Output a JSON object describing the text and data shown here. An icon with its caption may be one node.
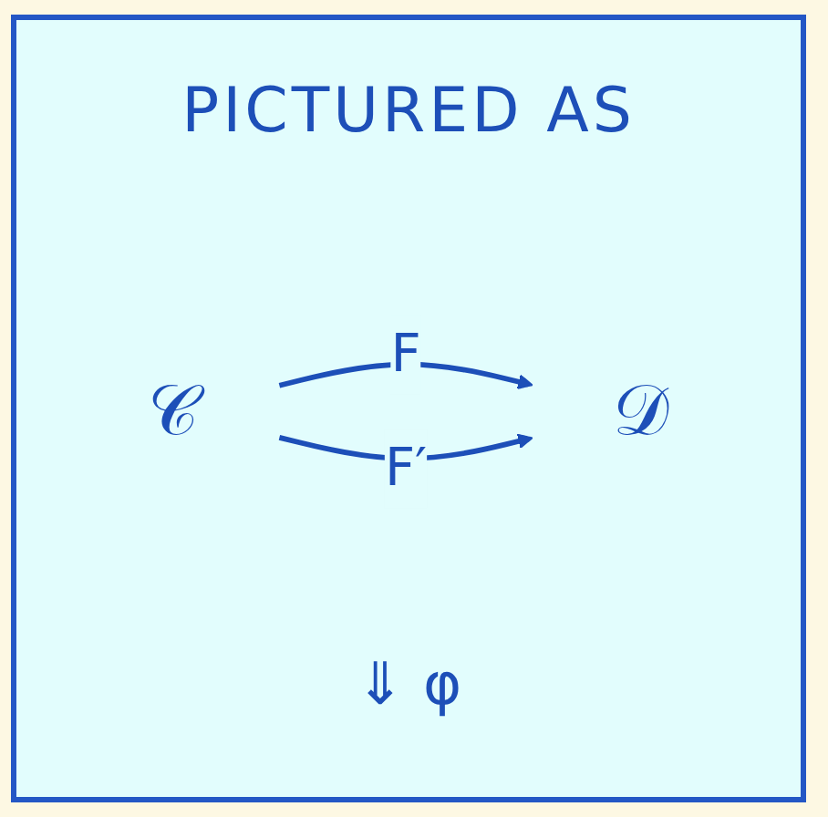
{
  "diagram": {
    "title": "PICTURED AS",
    "nodes": [
      {
        "text": [
          "𝒞"
        ]
      },
      {
        "text": [
          "𝒟"
        ]
      }
    ],
    "edges": [
      {
        "from": 0,
        "to": 1,
        "arrow": "to",
        "label": "F"
      },
      {
        "from": 0,
        "to": 1,
        "arrow": "to",
        "label": "F′"
      }
    ],
    "labels": [
      "⇓ φ"
    ]
  }
}
